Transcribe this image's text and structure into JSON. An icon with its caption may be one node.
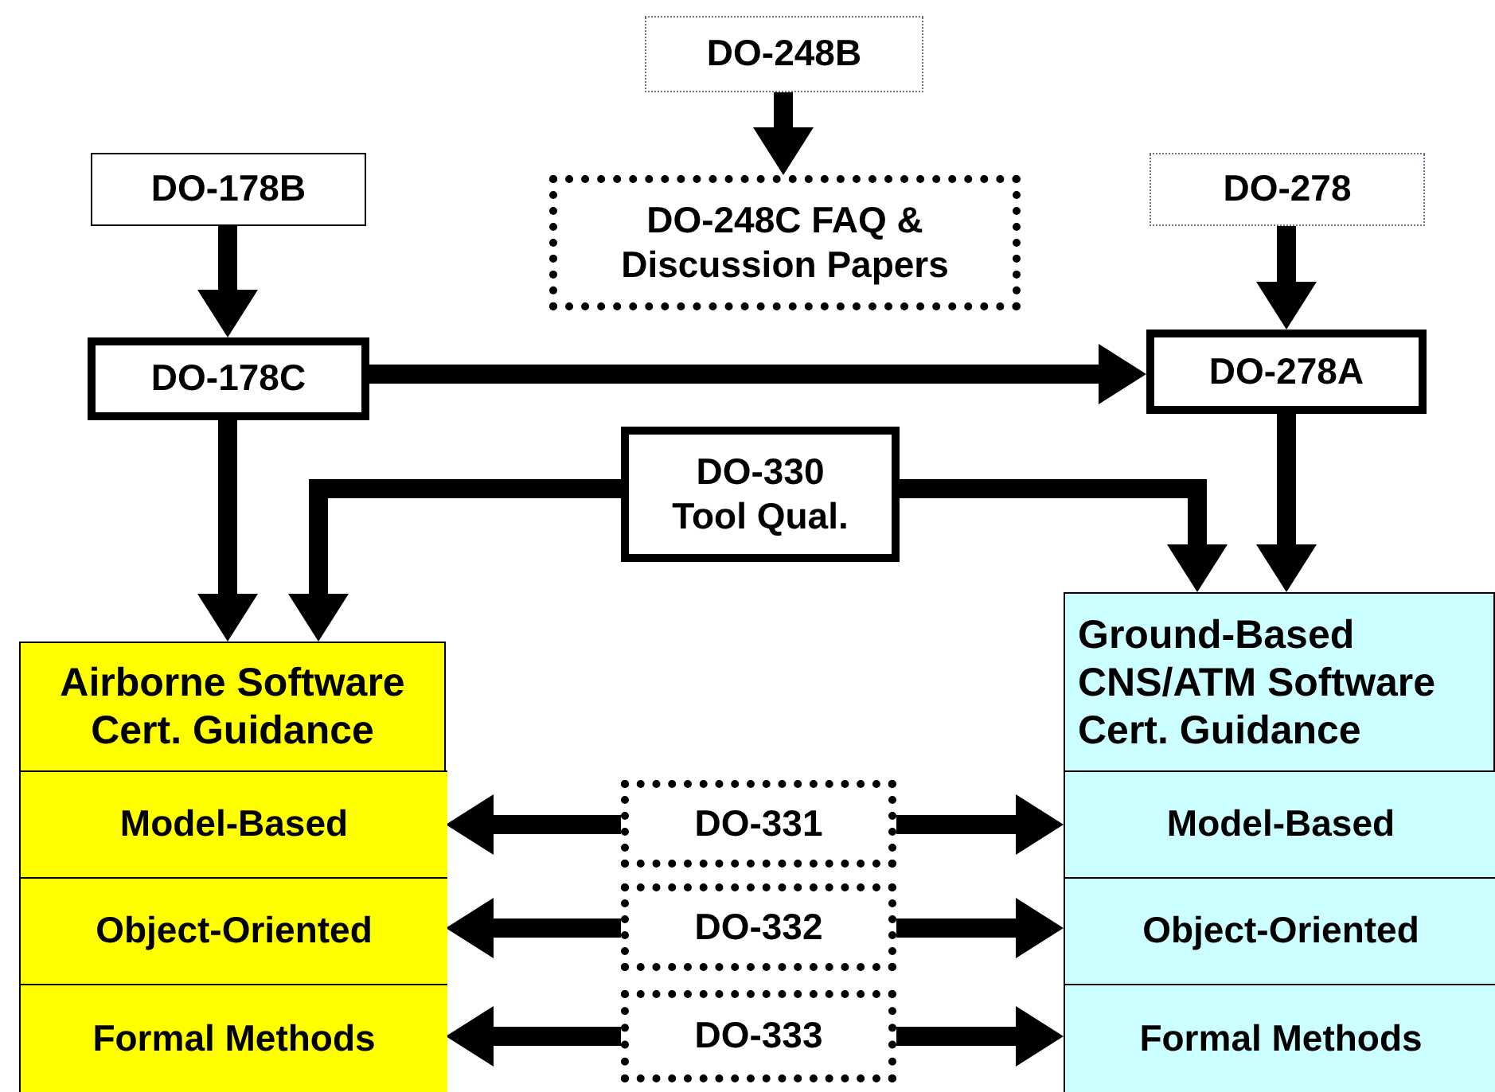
{
  "diagram": {
    "nodes": [
      {
        "text": [
          "DO-248B"
        ]
      },
      {
        "text": [
          "DO-248C FAQ & Discussion Papers"
        ]
      },
      {
        "text": [
          "DO-178B"
        ]
      },
      {
        "text": [
          "DO-178C"
        ]
      },
      {
        "text": [
          "DO-278"
        ]
      },
      {
        "text": [
          "DO-278A"
        ]
      },
      {
        "text": [
          "DO-330 Tool Qual."
        ]
      },
      {
        "text": [
          "Airborne Software Cert. Guidance"
        ]
      },
      {
        "text": [
          "Model-Based"
        ],
        "in": 7
      },
      {
        "text": [
          "Object-Oriented"
        ],
        "in": 7
      },
      {
        "text": [
          "Formal Methods"
        ],
        "in": 7
      },
      {
        "text": [
          "Ground-Based CNS/ATM Software Cert. Guidance"
        ]
      },
      {
        "text": [
          "Model-Based"
        ],
        "in": 11
      },
      {
        "text": [
          "Object-Oriented"
        ],
        "in": 11
      },
      {
        "text": [
          "Formal Methods"
        ],
        "in": 11
      },
      {
        "text": [
          "DO-331"
        ]
      },
      {
        "text": [
          "DO-332"
        ]
      },
      {
        "text": [
          "DO-333"
        ]
      }
    ],
    "edges": [
      {
        "from": 0,
        "to": 1,
        "arrow": "to"
      },
      {
        "from": 2,
        "to": 3,
        "arrow": "to"
      },
      {
        "from": 4,
        "to": 5,
        "arrow": "to"
      },
      {
        "from": 3,
        "to": 5,
        "arrow": "to"
      },
      {
        "from": 3,
        "to": 7,
        "arrow": "to"
      },
      {
        "from": 6,
        "to": 7,
        "arrow": "to"
      },
      {
        "from": 6,
        "to": 11,
        "arrow": "to"
      },
      {
        "from": 5,
        "to": 11,
        "arrow": "to"
      },
      {
        "from": 15,
        "to": 8,
        "arrow": "to"
      },
      {
        "from": 15,
        "to": 12,
        "arrow": "to"
      },
      {
        "from": 16,
        "to": 9,
        "arrow": "to"
      },
      {
        "from": 16,
        "to": 13,
        "arrow": "to"
      },
      {
        "from": 17,
        "to": 10,
        "arrow": "to"
      },
      {
        "from": 17,
        "to": 14,
        "arrow": "to"
      }
    ]
  }
}
